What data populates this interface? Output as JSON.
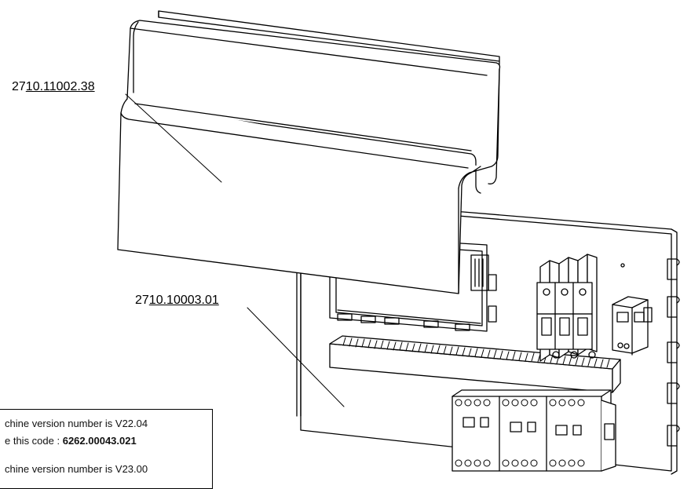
{
  "callouts": [
    {
      "prefix": "27",
      "rest": "10.11002.38"
    },
    {
      "prefix": "27",
      "rest": "10.10003.01"
    }
  ],
  "note": {
    "line1": "chine  version number is V22.04",
    "line2_prefix": "e this code : ",
    "line2_code": "6262.00043.021",
    "line3": "chine  version number is V23.00"
  }
}
